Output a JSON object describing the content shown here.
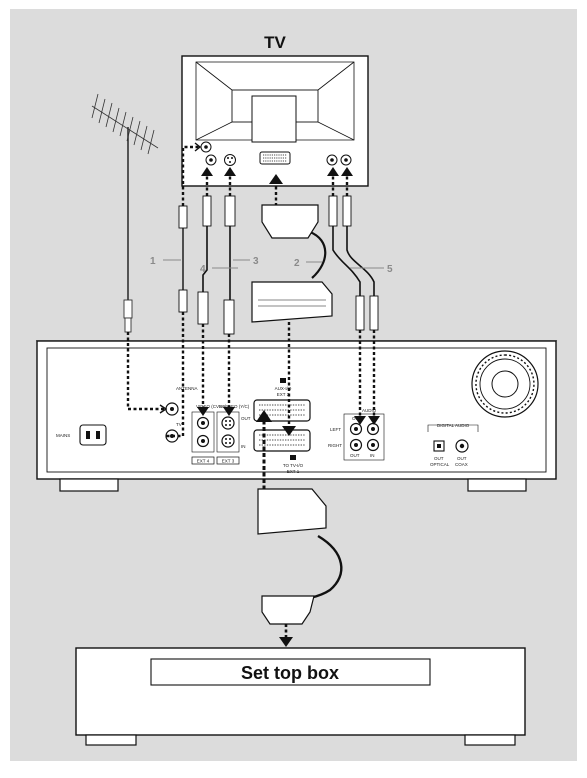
{
  "tv": {
    "title": "TV"
  },
  "set_top_box": {
    "label": "Set top box"
  },
  "callouts": [
    "1",
    "2",
    "3",
    "4",
    "5"
  ],
  "recorder": {
    "mains": "MAINS",
    "antenna": "ANTENNA",
    "tv_out": "TV",
    "video_cvbs": "VIDEO (CVBS)",
    "svideo": "S-VIDEO (Y/C)",
    "out": "OUT",
    "in": "IN",
    "ext4": "EXT 4",
    "ext3": "EXT 3",
    "aux_in": "AUX-I/O",
    "ext2": "EXT 2",
    "to_tv_io": "TO TV-I/O",
    "ext1": "EXT 1",
    "audio": "AUDIO",
    "left": "LEFT",
    "right": "RIGHT",
    "digital_audio": "DIGITAL AUDIO",
    "optical": "OPTICAL",
    "coax": "COAX"
  },
  "colors": {
    "background": "#dcdcdc",
    "line": "#111111",
    "callout": "#8a8a8a"
  }
}
